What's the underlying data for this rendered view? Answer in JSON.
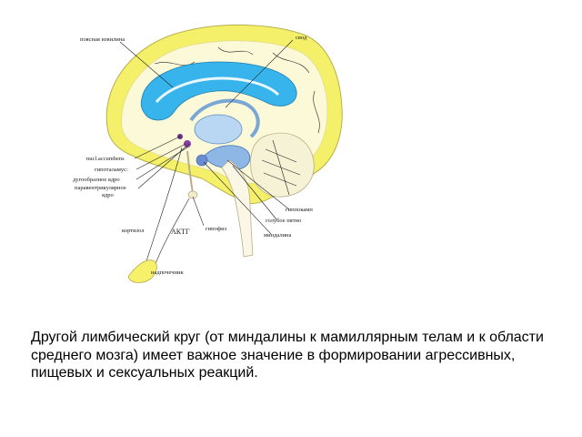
{
  "diagram": {
    "labels": {
      "cingulate_gyrus": "поясная извилина",
      "fornix": "свод",
      "nucl_accumbens": "nucl.accumbens",
      "hypothalamus": "гипоталамус:",
      "arcuate_nucleus": "дугообразное ядро",
      "paraventricular_nucleus_1": "паравентрикулярное",
      "paraventricular_nucleus_2": "ядро",
      "hippocampus": "гиппокамп",
      "locus_coeruleus": "голубое пятно",
      "amygdala": "миндалина",
      "cortisol": "кортизол",
      "acth": "АКТГ",
      "pituitary": "гипофиз",
      "adrenal": "надпочечник"
    }
  },
  "caption": "Другой лимбический круг (от миндалины к мамиллярным телам и к области среднего мозга)  имеет важное значение в формировании агрессивных, пищевых и сексуальных реакций."
}
